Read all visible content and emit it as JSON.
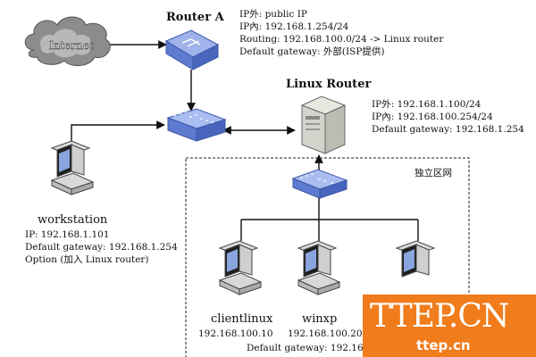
{
  "cloud_label": "Internet",
  "router_a": {
    "title": "Router A",
    "lines": [
      "IP外: public IP",
      "IP內: 192.168.1.254/24",
      "Routing: 192.168.100.0/24 -> Linux router",
      "Default gateway: 外部(ISP提供)"
    ]
  },
  "linux_router": {
    "title": "Linux Router",
    "lines": [
      "IP外: 192.168.1.100/24",
      "IP內: 192.168.100.254/24",
      "Default gateway: 192.168.1.254"
    ]
  },
  "workstation": {
    "title": "workstation",
    "lines": [
      "IP: 192.168.1.101",
      "Default gateway: 192.168.1.254",
      "Option (加入 Linux router)"
    ]
  },
  "zone_label": "独立区网",
  "clientlinux": {
    "name": "clientlinux",
    "ip": "192.168.100.10"
  },
  "winxp": {
    "name": "winxp",
    "ip": "192.168.100.20"
  },
  "bottom_gateway": "Default gateway: 192.168.",
  "watermark": {
    "big": "TTEP.CN",
    "small": "ttep.cn"
  },
  "colors": {
    "accent": "#f07c1c",
    "device_blue": "#5d7bd0"
  }
}
